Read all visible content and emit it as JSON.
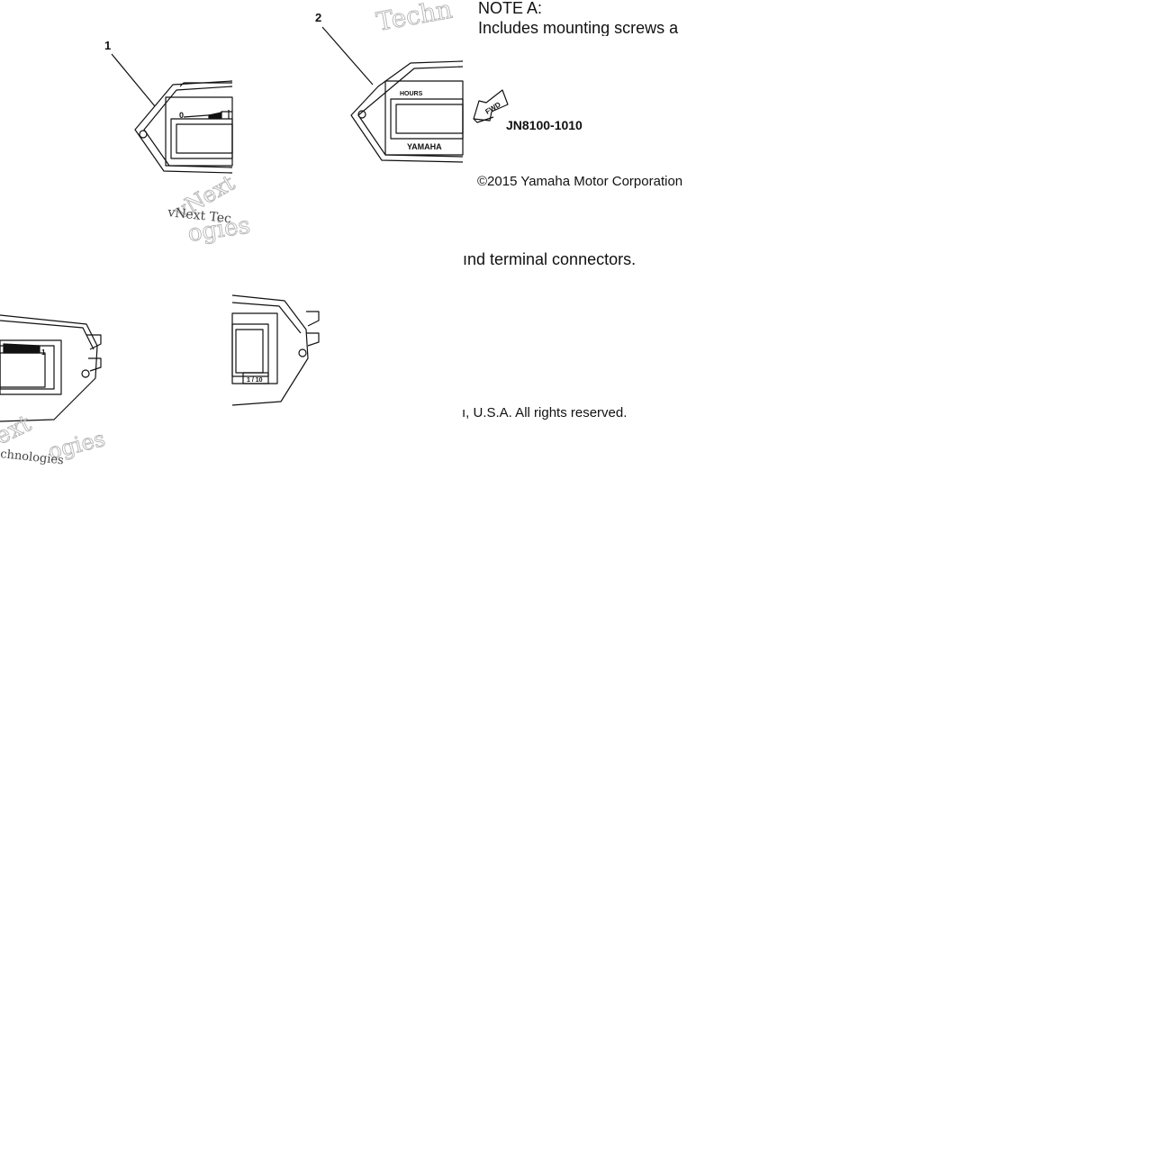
{
  "note": {
    "title": "NOTE A:",
    "line1": "Includes mounting screws a",
    "line2": "ınd terminal connectors."
  },
  "part_code": "JN8100-1010",
  "copyright": {
    "line1": "©2015 Yamaha Motor Corporation",
    "line2": "ı, U.S.A. All rights reserved."
  },
  "callouts": [
    "1",
    "2"
  ],
  "meter_labels": {
    "hours": "HOURS",
    "brand": "YAMAHA",
    "scale_zero": "0",
    "scale_one": "1",
    "tenth": "1 / 10"
  },
  "fwd_label": "FWD",
  "watermarks": {
    "techn": "Techn",
    "vnext": "vNext",
    "vnext_tec": "vNext Tec",
    "ogies": "ogies",
    "ext": "ext",
    "chnologies": "chnologies",
    "ogies_2": "ogies"
  },
  "colors": {
    "ink": "#111111",
    "watermark": "#b9b9b9",
    "background": "#ffffff"
  }
}
